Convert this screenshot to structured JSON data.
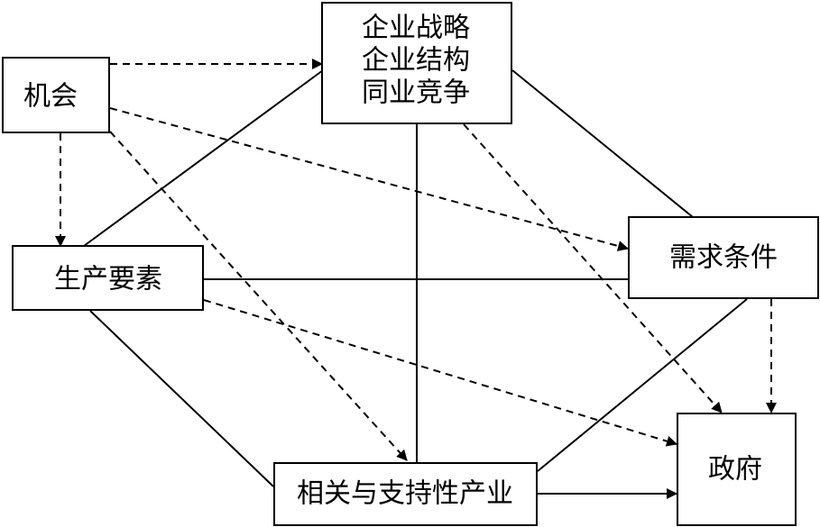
{
  "nodes": {
    "chance": "机会",
    "strategy": [
      "企业战略",
      "企业结构",
      "同业竞争"
    ],
    "factor": "生产要素",
    "demand": "需求条件",
    "related": "相关与支持性产业",
    "government": "政府"
  }
}
